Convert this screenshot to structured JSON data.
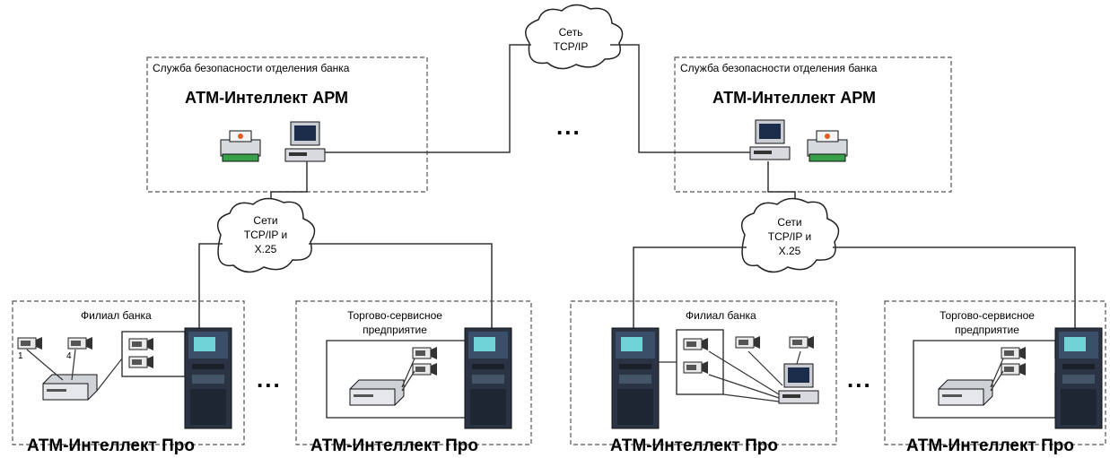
{
  "network_cloud": {
    "line1": "Сеть",
    "line2": "TCP/IP"
  },
  "top_dots": "...",
  "left_security": {
    "caption": "Служба безопасности отделения банка",
    "title": "АТМ-Интеллект АРМ"
  },
  "right_security": {
    "caption": "Служба безопасности отделения банка",
    "title": "АТМ-Интеллект АРМ"
  },
  "left_cloud": {
    "line1": "Сети",
    "line2": "TCP/IP и",
    "line3": "X.25"
  },
  "right_cloud": {
    "line1": "Сети",
    "line2": "TCP/IP и",
    "line3": "X.25"
  },
  "sites": [
    {
      "caption": "Филиал банка",
      "title": "АТМ-Интеллект Про",
      "camera_labels": [
        "1",
        "4"
      ]
    },
    {
      "caption_line1": "Торгово-сервисное",
      "caption_line2": "предприятие",
      "title": "АТМ-Интеллект Про"
    },
    {
      "caption": "Филиал банка",
      "title": "АТМ-Интеллект Про"
    },
    {
      "caption_line1": "Торгово-сервисное",
      "caption_line2": "предприятие",
      "title": "АТМ-Интеллект Про"
    }
  ],
  "left_dots": "...",
  "right_dots": "..."
}
